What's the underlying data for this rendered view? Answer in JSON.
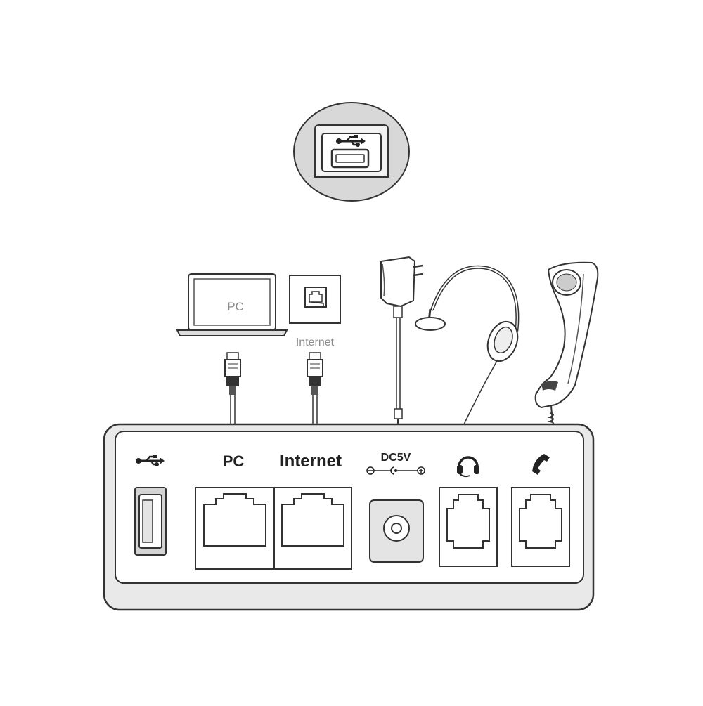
{
  "diagram": {
    "device_labels": {
      "pc": "PC",
      "internet": "Internet"
    },
    "port_labels": {
      "pc": "PC",
      "internet": "Internet",
      "power": "DC5V"
    },
    "icons": {
      "usb": "usb-icon",
      "headset": "headset-icon",
      "handset": "handset-icon",
      "polarity": "dc-polarity-icon"
    },
    "colors": {
      "line": "#333333",
      "fill_light": "#e8e8e8",
      "fill_mid": "#d4d4d4",
      "text_dark": "#222222",
      "text_light": "#8a8a8a"
    }
  }
}
